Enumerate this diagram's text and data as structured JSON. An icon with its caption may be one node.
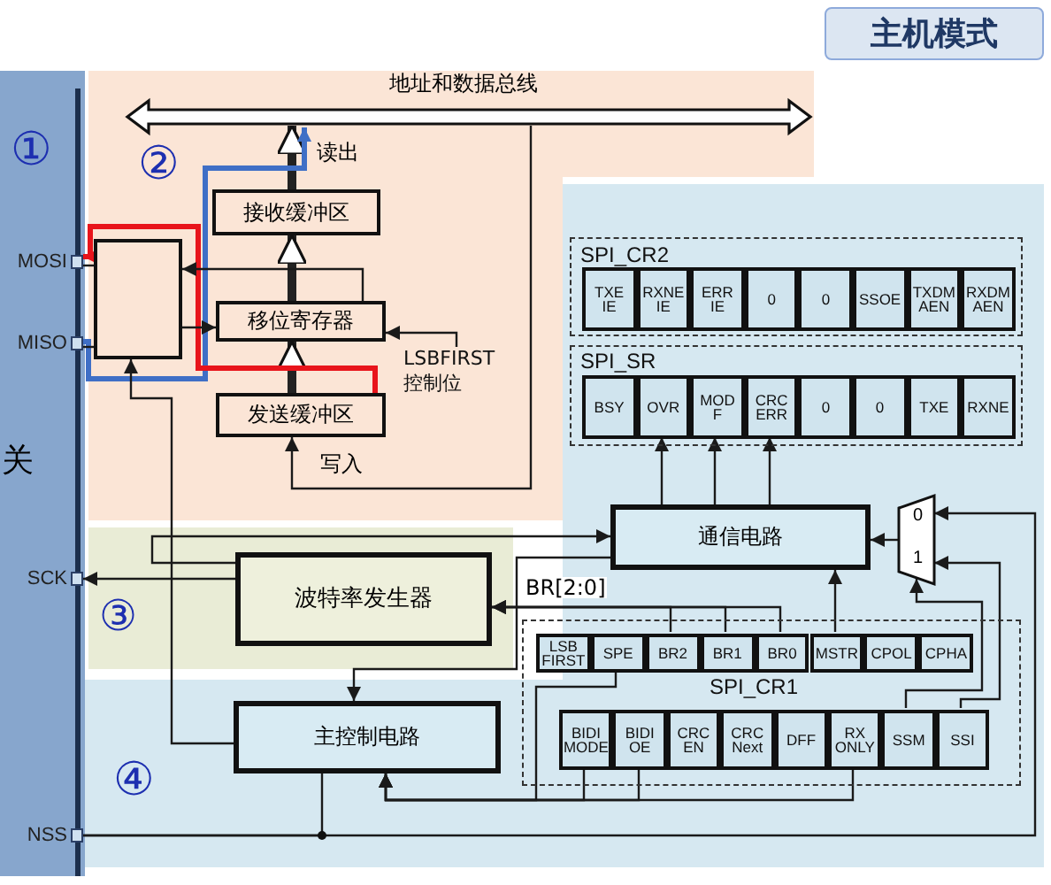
{
  "diagram": {
    "title": "主机模式",
    "nodes": [
      {
        "text": [
          "①",
          "关"
        ]
      },
      {
        "text": [
          "MOSI"
        ],
        "in": 0
      },
      {
        "text": [
          "MISO"
        ],
        "in": 0
      },
      {
        "text": [
          "SCK"
        ],
        "in": 0
      },
      {
        "text": [
          "NSS"
        ],
        "in": 0
      },
      {
        "text": [
          "②"
        ]
      },
      {
        "text": [
          "地址和数据总线"
        ],
        "in": 5
      },
      {
        "text": [
          "接收缓冲区"
        ],
        "in": 5
      },
      {
        "text": [
          "移位寄存器"
        ],
        "in": 5
      },
      {
        "text": [
          "发送缓冲区"
        ],
        "in": 5
      },
      {
        "text": [],
        "shape": "box",
        "in": 5
      },
      {
        "text": [
          "LSBFIRST 控制位"
        ],
        "in": 5
      },
      {
        "text": [
          "③"
        ]
      },
      {
        "text": [
          "波特率发生器"
        ],
        "in": 12
      },
      {
        "text": [
          "④"
        ]
      },
      {
        "text": [
          "主控制电路"
        ],
        "in": 14
      },
      {
        "text": [
          "通信电路"
        ],
        "in": 14
      },
      {
        "text": [
          "0",
          "1"
        ],
        "in": 14
      },
      {
        "text": [
          "SPI_CR2"
        ],
        "in": 14
      },
      {
        "text": [
          "TXE IE"
        ],
        "in": 18
      },
      {
        "text": [
          "RXNE IE"
        ],
        "in": 18
      },
      {
        "text": [
          "ERR IE"
        ],
        "in": 18
      },
      {
        "text": [
          "0"
        ],
        "in": 18
      },
      {
        "text": [
          "0"
        ],
        "in": 18
      },
      {
        "text": [
          "SSOE"
        ],
        "in": 18
      },
      {
        "text": [
          "TXDM AEN"
        ],
        "in": 18
      },
      {
        "text": [
          "RXDM AEN"
        ],
        "in": 18
      },
      {
        "text": [
          "SPI_SR"
        ],
        "in": 14
      },
      {
        "text": [
          "BSY"
        ],
        "in": 27
      },
      {
        "text": [
          "OVR"
        ],
        "in": 27
      },
      {
        "text": [
          "MOD F"
        ],
        "in": 27
      },
      {
        "text": [
          "CRC ERR"
        ],
        "in": 27
      },
      {
        "text": [
          "0"
        ],
        "in": 27
      },
      {
        "text": [
          "0"
        ],
        "in": 27
      },
      {
        "text": [
          "TXE"
        ],
        "in": 27
      },
      {
        "text": [
          "RXNE"
        ],
        "in": 27
      },
      {
        "text": [
          "SPI_CR1"
        ],
        "in": 14
      },
      {
        "text": [
          "LSB FIRST"
        ],
        "in": 36
      },
      {
        "text": [
          "SPE"
        ],
        "in": 36
      },
      {
        "text": [
          "BR2"
        ],
        "in": 36
      },
      {
        "text": [
          "BR1"
        ],
        "in": 36
      },
      {
        "text": [
          "BR0"
        ],
        "in": 36
      },
      {
        "text": [
          "MSTR"
        ],
        "in": 36
      },
      {
        "text": [
          "CPOL"
        ],
        "in": 36
      },
      {
        "text": [
          "CPHA"
        ],
        "in": 36
      },
      {
        "text": [
          "BIDI MODE"
        ],
        "in": 36
      },
      {
        "text": [
          "BIDI OE"
        ],
        "in": 36
      },
      {
        "text": [
          "CRC EN"
        ],
        "in": 36
      },
      {
        "text": [
          "CRC Next"
        ],
        "in": 36
      },
      {
        "text": [
          "DFF"
        ],
        "in": 36
      },
      {
        "text": [
          "RX ONLY"
        ],
        "in": 36
      },
      {
        "text": [
          "SSM"
        ],
        "in": 36
      },
      {
        "text": [
          "SSI"
        ],
        "in": 36
      }
    ],
    "edges": [
      {
        "from": 7,
        "to": 6,
        "arrow": "to",
        "label": "读出",
        "style": "thick"
      },
      {
        "from": 6,
        "to": 9,
        "arrow": "to",
        "label": "写入"
      },
      {
        "from": 8,
        "to": 7,
        "arrow": "to",
        "style": "thick"
      },
      {
        "from": 9,
        "to": 8,
        "arrow": "to",
        "style": "thick"
      },
      {
        "from": 11,
        "to": 8,
        "arrow": "to"
      },
      {
        "from": 2,
        "to": 6,
        "arrow": "to",
        "style": "thick",
        "color": "#3f6fc6"
      },
      {
        "from": 9,
        "to": 1,
        "arrow": "to",
        "style": "thick",
        "color": "#e8141b"
      },
      {
        "from": 8,
        "to": 10,
        "arrow": "to"
      },
      {
        "from": 10,
        "to": 1,
        "arrow": "none"
      },
      {
        "from": 2,
        "to": 10,
        "arrow": "none"
      },
      {
        "from": 10,
        "to": 8,
        "arrow": "to"
      },
      {
        "from": 15,
        "to": 10,
        "arrow": "to"
      },
      {
        "from": 13,
        "to": 3,
        "arrow": "to"
      },
      {
        "from": 13,
        "to": 16,
        "arrow": "to"
      },
      {
        "from": 39,
        "to": 13,
        "arrow": "to",
        "label": "BR[2:0]"
      },
      {
        "from": 40,
        "to": 13,
        "arrow": "to"
      },
      {
        "from": 41,
        "to": 13,
        "arrow": "to"
      },
      {
        "from": 42,
        "to": 16,
        "arrow": "to"
      },
      {
        "from": 16,
        "to": 29,
        "arrow": "to"
      },
      {
        "from": 16,
        "to": 30,
        "arrow": "to"
      },
      {
        "from": 16,
        "to": 31,
        "arrow": "to"
      },
      {
        "from": 38,
        "to": 15,
        "arrow": "to"
      },
      {
        "from": 45,
        "to": 15,
        "arrow": "to"
      },
      {
        "from": 46,
        "to": 15,
        "arrow": "to"
      },
      {
        "from": 50,
        "to": 15,
        "arrow": "to"
      },
      {
        "from": 15,
        "to": 4,
        "arrow": "none"
      },
      {
        "from": 4,
        "to": 17,
        "arrow": "to"
      },
      {
        "from": 51,
        "to": 17,
        "arrow": "to"
      },
      {
        "from": 52,
        "to": 17,
        "arrow": "to"
      },
      {
        "from": 17,
        "to": 16,
        "arrow": "to"
      },
      {
        "from": 16,
        "to": 15,
        "arrow": "to"
      }
    ]
  }
}
